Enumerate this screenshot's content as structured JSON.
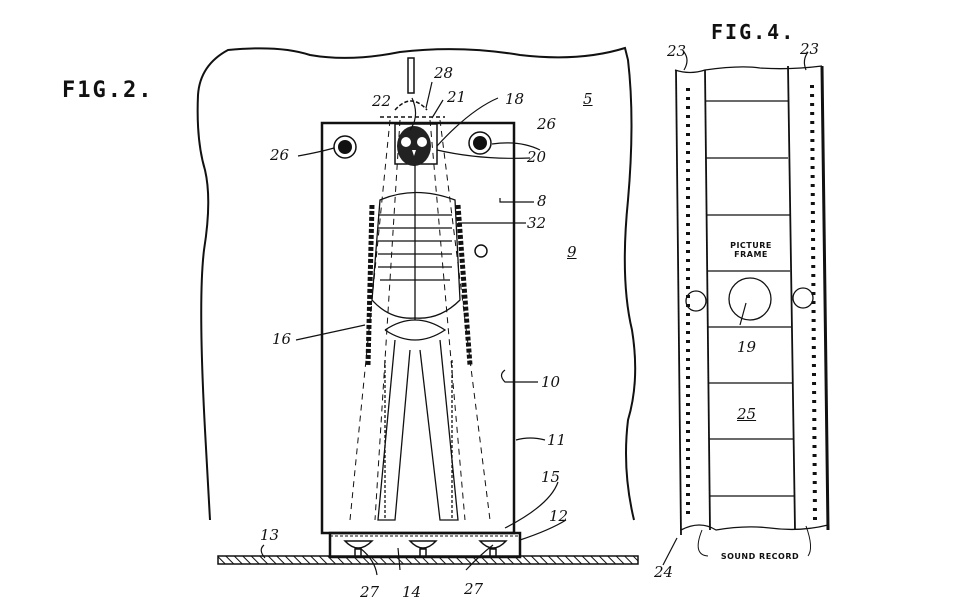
{
  "figures": [
    {
      "id": "fig2",
      "title": "F1G.2.",
      "labels": {
        "l5": "5",
        "l8": "8",
        "l9": "9",
        "l10": "10",
        "l11": "11",
        "l12": "12",
        "l13": "13",
        "l14": "14",
        "l15": "15",
        "l16": "16",
        "l18": "18",
        "l20": "20",
        "l21": "21",
        "l22": "22",
        "l26a": "26",
        "l26b": "26",
        "l27a": "27",
        "l27b": "27",
        "l28": "28",
        "l32": "32"
      }
    },
    {
      "id": "fig4",
      "title": "FIG.4.",
      "labels": {
        "l23a": "23",
        "l23b": "23",
        "l19": "19",
        "l24": "24",
        "l25": "25",
        "picture_frame": "PICTURE FRAME",
        "sound_record": "SOUND RECORD"
      }
    }
  ],
  "colors": {
    "ink": "#111111",
    "paper": "#ffffff"
  }
}
